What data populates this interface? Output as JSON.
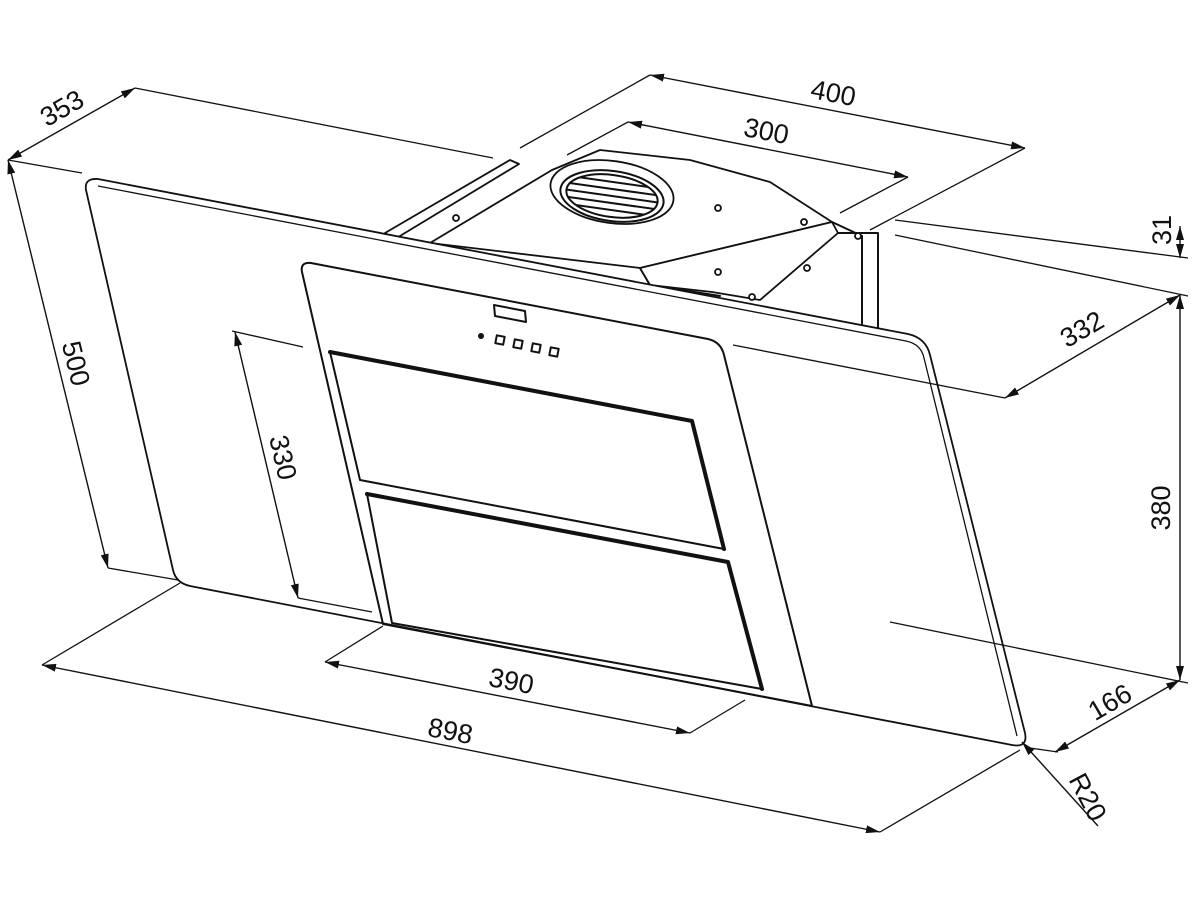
{
  "dimensions": {
    "d353": "353",
    "d400": "400",
    "d300": "300",
    "d31": "31",
    "d332": "332",
    "d500": "500",
    "d330": "330",
    "d380": "380",
    "d390": "390",
    "d898": "898",
    "d166": "166",
    "r20": "R20"
  }
}
